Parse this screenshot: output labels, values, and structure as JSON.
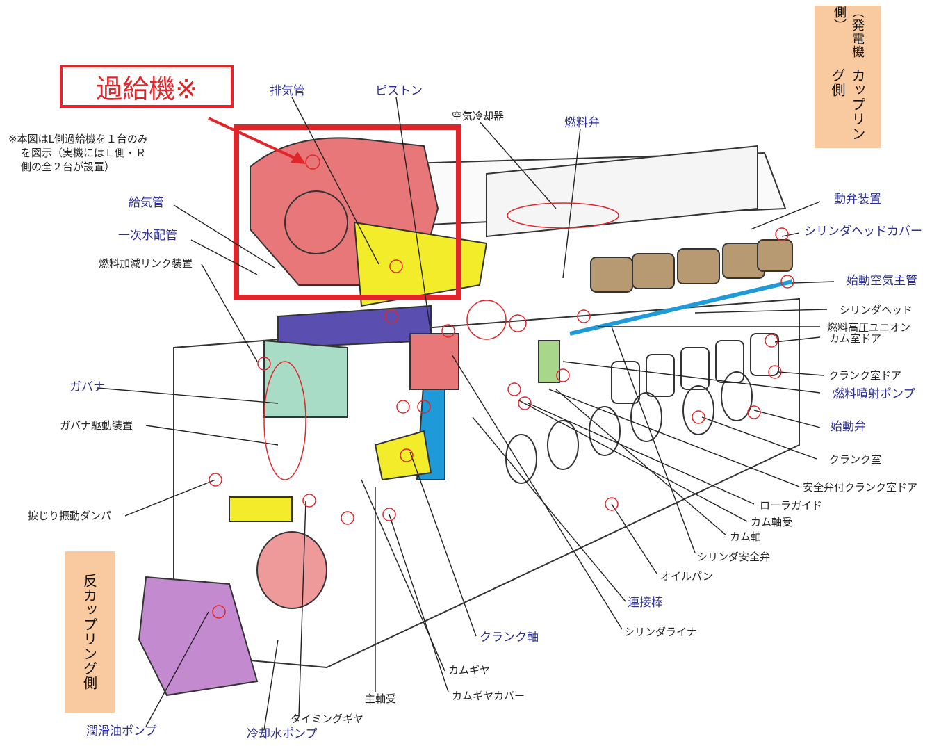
{
  "turbocharger_title": "過給機※",
  "footnote": [
    "※本図はL側過給機を１台のみ",
    "を図示（実機にはＬ側・Ｒ",
    "側の全２台が設置）"
  ],
  "coupling_side": "カップリング側",
  "coupling_side_sub": "（発電機側）",
  "anti_coupling_side": "反カップリング側",
  "labels": [
    {
      "id": "exhaust-pipe",
      "text": "排気管",
      "blue": true
    },
    {
      "id": "piston",
      "text": "ピストン",
      "blue": true
    },
    {
      "id": "air-cooler",
      "text": "空気冷却器",
      "blue": false
    },
    {
      "id": "fuel-valve",
      "text": "燃料弁",
      "blue": true
    },
    {
      "id": "valve-gear",
      "text": "動弁装置",
      "blue": true
    },
    {
      "id": "cylinder-head-cover",
      "text": "シリンダヘッドカバー",
      "blue": true
    },
    {
      "id": "starting-air-main",
      "text": "始動空気主管",
      "blue": true
    },
    {
      "id": "cylinder-head",
      "text": "シリンダヘッド",
      "blue": false
    },
    {
      "id": "fuel-hp-union",
      "text": "燃料高圧ユニオン",
      "blue": false
    },
    {
      "id": "cam-room-door",
      "text": "カム室ドア",
      "blue": false
    },
    {
      "id": "crank-room-door",
      "text": "クランク室ドア",
      "blue": false
    },
    {
      "id": "fuel-injection-pump",
      "text": "燃料噴射ポンプ",
      "blue": true
    },
    {
      "id": "starting-valve",
      "text": "始動弁",
      "blue": true
    },
    {
      "id": "crank-room",
      "text": "クランク室",
      "blue": false
    },
    {
      "id": "safety-valve-door",
      "text": "安全弁付クランク室ドア",
      "blue": false
    },
    {
      "id": "roller-guide",
      "text": "ローラガイド",
      "blue": false
    },
    {
      "id": "camshaft-bearing",
      "text": "カム軸受",
      "blue": false
    },
    {
      "id": "camshaft",
      "text": "カム軸",
      "blue": false
    },
    {
      "id": "cylinder-safety-valve",
      "text": "シリンダ安全弁",
      "blue": false
    },
    {
      "id": "oil-pan",
      "text": "オイルパン",
      "blue": false
    },
    {
      "id": "connecting-rod",
      "text": "連接棒",
      "blue": true
    },
    {
      "id": "cylinder-liner",
      "text": "シリンダライナ",
      "blue": false
    },
    {
      "id": "crankshaft",
      "text": "クランク軸",
      "blue": true
    },
    {
      "id": "cam-gear",
      "text": "カムギヤ",
      "blue": false
    },
    {
      "id": "cam-gear-cover",
      "text": "カムギヤカバー",
      "blue": false
    },
    {
      "id": "main-bearing",
      "text": "主軸受",
      "blue": false
    },
    {
      "id": "timing-gear",
      "text": "タイミングギヤ",
      "blue": false
    },
    {
      "id": "cooling-water-pump",
      "text": "冷却水ポンプ",
      "blue": true
    },
    {
      "id": "lube-oil-pump",
      "text": "潤滑油ポンプ",
      "blue": true
    },
    {
      "id": "torsional-damper",
      "text": "捩じり振動ダンパ",
      "blue": false
    },
    {
      "id": "governor-drive",
      "text": "ガバナ駆動装置",
      "blue": false
    },
    {
      "id": "governor",
      "text": "ガバナ",
      "blue": true
    },
    {
      "id": "fuel-link",
      "text": "燃料加減リンク装置",
      "blue": false
    },
    {
      "id": "primary-water-pipe",
      "text": "一次水配管",
      "blue": true
    },
    {
      "id": "intake-pipe",
      "text": "給気管",
      "blue": true
    }
  ],
  "colors": {
    "highlight_red": "#e0262a",
    "label_blue": "#2d2f93",
    "side_box": "#f9c9a0",
    "turbo": "#e8777a",
    "yellow_parts": "#f2ec2a",
    "purple_parts": "#5a4fb0",
    "mint_parts": "#a9dcc6",
    "brown_covers": "#b79a72",
    "cyan_parts": "#1e9ad8",
    "violet_pump": "#c48ad0",
    "pink_pump": "#ee9a9a",
    "green_pump": "#a8d68a"
  }
}
